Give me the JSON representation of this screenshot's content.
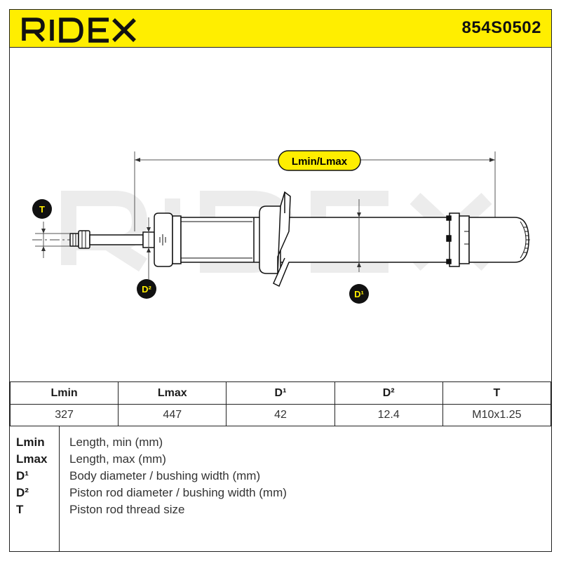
{
  "header": {
    "brand": "RIDEX",
    "part_number": "854S0502",
    "color": "#ffee00"
  },
  "diagram": {
    "length_label": "Lmin/Lmax",
    "thread_badge": "T",
    "rod_badge": "D²",
    "body_badge": "D¹",
    "watermark": "RIDEX"
  },
  "spec_table": {
    "headers": [
      "Lmin",
      "Lmax",
      "D¹",
      "D²",
      "T"
    ],
    "values": [
      "327",
      "447",
      "42",
      "12.4",
      "M10x1.25"
    ]
  },
  "legend": [
    {
      "term": "Lmin",
      "desc": "Length, min (mm)"
    },
    {
      "term": "Lmax",
      "desc": "Length, max (mm)"
    },
    {
      "term": "D¹",
      "desc": "Body diameter / bushing width (mm)"
    },
    {
      "term": "D²",
      "desc": "Piston rod diameter / bushing width (mm)"
    },
    {
      "term": "T",
      "desc": "Piston rod thread size"
    }
  ]
}
